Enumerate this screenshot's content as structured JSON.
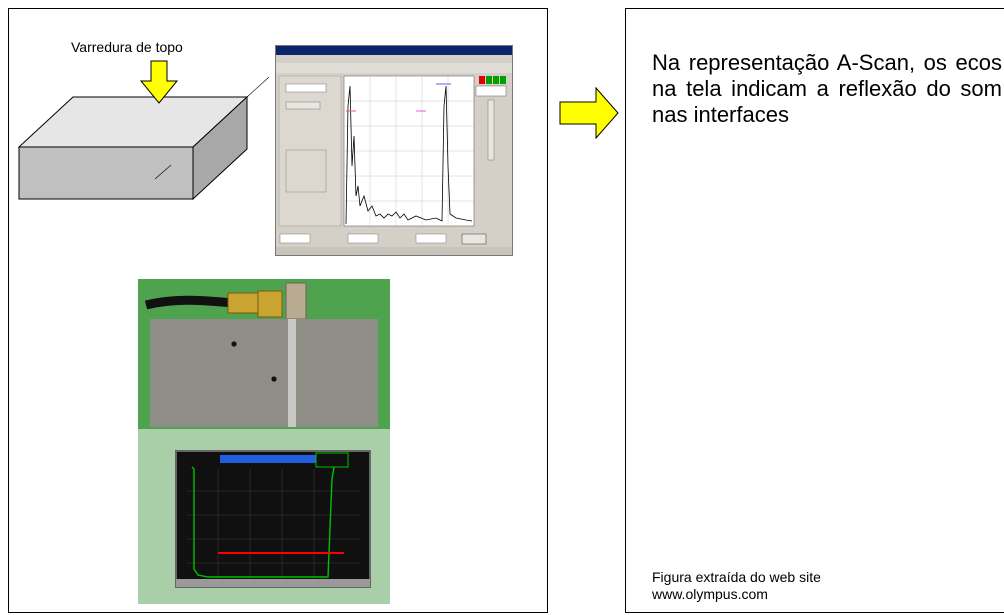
{
  "left": {
    "caption": "Varredura de topo"
  },
  "right": {
    "main_text": "Na representação A-Scan, os ecos na tela indicam a reflexão do som nas interfaces",
    "credit_line1": "Figura extraída do web site",
    "credit_line2": "www.olympus.com"
  },
  "colors": {
    "arrow_fill": "#ffff00",
    "block_top": "#e6e6e6",
    "block_front": "#c0c0c0",
    "block_side": "#a8a8a8",
    "photo_bg": "#4fa34f",
    "screen_trace": "#00c000",
    "gate_line": "#ff0000"
  }
}
